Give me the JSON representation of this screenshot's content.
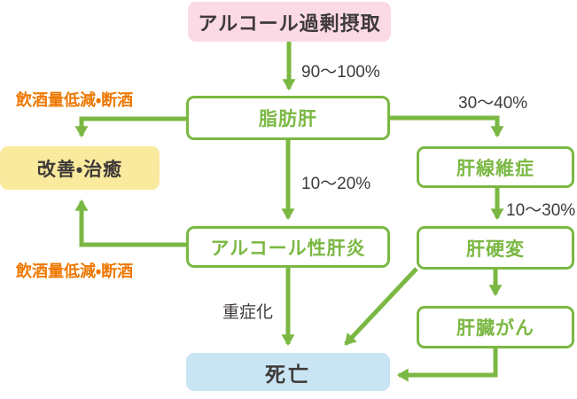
{
  "diagram": {
    "subject": "アルコール性肝障害の進行フローチャート",
    "nodes": {
      "alcohol_intake": {
        "label": "アルコール過剰摂取",
        "fill": "#fbd9e5"
      },
      "fatty_liver": {
        "label": "脂肪肝",
        "fill": "#ffffff",
        "border": "#7bb843"
      },
      "improvement": {
        "label": "改善・治癒",
        "fill": "#faea9e"
      },
      "fibrosis": {
        "label": "肝線維症",
        "fill": "#ffffff",
        "border": "#7bb843"
      },
      "alcoholic_hepatitis": {
        "label": "アルコール性肝炎",
        "fill": "#ffffff",
        "border": "#7bb843"
      },
      "cirrhosis": {
        "label": "肝硬変",
        "fill": "#ffffff",
        "border": "#7bb843"
      },
      "liver_cancer": {
        "label": "肝臓がん",
        "fill": "#ffffff",
        "border": "#7bb843"
      },
      "death": {
        "label": "死亡",
        "fill": "#c9e5f4"
      }
    },
    "edges": [
      {
        "from": "alcohol_intake",
        "to": "fatty_liver",
        "label": "90〜100%"
      },
      {
        "from": "fatty_liver",
        "to": "alcoholic_hepatitis",
        "label": "10〜20%"
      },
      {
        "from": "fatty_liver",
        "to": "fibrosis",
        "label": "30〜40%"
      },
      {
        "from": "fatty_liver",
        "to": "improvement",
        "label": "飲酒量低減・断酒"
      },
      {
        "from": "fibrosis",
        "to": "cirrhosis",
        "label": "10〜30%"
      },
      {
        "from": "alcoholic_hepatitis",
        "to": "improvement",
        "label": "飲酒量低減・断酒"
      },
      {
        "from": "alcoholic_hepatitis",
        "to": "death",
        "label": "重症化"
      },
      {
        "from": "cirrhosis",
        "to": "liver_cancer",
        "label": ""
      },
      {
        "from": "cirrhosis",
        "to": "death",
        "label": ""
      },
      {
        "from": "liver_cancer",
        "to": "death",
        "label": ""
      }
    ],
    "edge_labels": {
      "intake_to_fatty": "90〜100%",
      "fatty_to_fibrosis": "30〜40%",
      "fatty_to_hepatitis": "10〜20%",
      "fibrosis_to_cirrhosis": "10〜30%",
      "hepatitis_to_death": "重症化",
      "reduce_top": "飲酒量低減・断酒",
      "reduce_bottom": "飲酒量低減・断酒"
    },
    "colors": {
      "arrow_green": "#7bb843",
      "box_pink": "#fbd9e5",
      "box_yellow": "#faea9e",
      "box_blue": "#c9e5f4",
      "note_orange": "#ee7800",
      "text_dark": "#3e3a39",
      "background": "#ffffff"
    }
  }
}
